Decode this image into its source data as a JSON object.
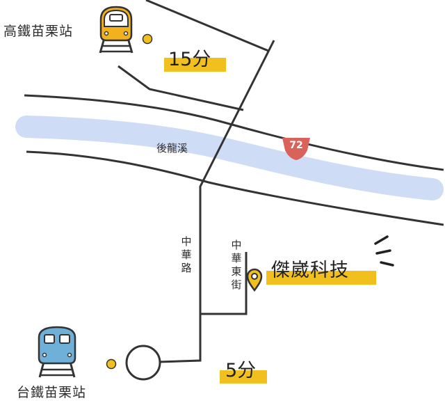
{
  "map": {
    "stations": {
      "hsr": {
        "label": "高鐵苗栗站",
        "icon": "hsr-train-icon"
      },
      "tra": {
        "label": "台鐵苗栗站",
        "icon": "tra-train-icon"
      }
    },
    "travel_times": {
      "hsr": "15分",
      "tra": "5分"
    },
    "river": {
      "label": "後龍溪"
    },
    "route_shield": {
      "label": "72",
      "color": "#d9625a"
    },
    "roads": {
      "zhonghua_rd": "中華路",
      "zhonghua_east_st": "中華東街"
    },
    "destination": {
      "label": "傑崴科技",
      "icon": "location-pin-icon"
    },
    "colors": {
      "highlight": "#f2c01e",
      "river": "#cfdcf5",
      "road": "#333333",
      "hsr_train": "#f3b21b",
      "tra_train": "#6fb0d8"
    }
  }
}
